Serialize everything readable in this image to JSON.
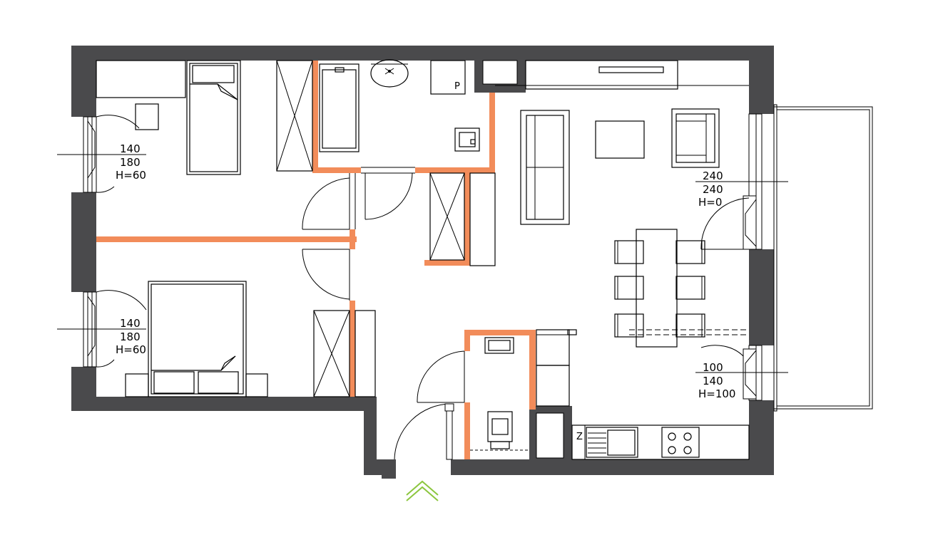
{
  "plan": {
    "windows": [
      {
        "id": "bedroom1-window",
        "width": "140",
        "height": "180",
        "sill": "H=60"
      },
      {
        "id": "bedroom2-window",
        "width": "140",
        "height": "180",
        "sill": "H=60"
      },
      {
        "id": "balcony-door",
        "width": "240",
        "height": "240",
        "sill": "H=0"
      },
      {
        "id": "living-window",
        "width": "100",
        "height": "140",
        "sill": "H=100"
      }
    ],
    "labels": {
      "boiler": "P",
      "fridge": "Z"
    },
    "colors": {
      "walls": "#4a4a4c",
      "new_partitions": "#f28c5a",
      "entrance_arrow": "#8cc63f"
    },
    "icons": {
      "entrance": "double-chevron-up-icon"
    }
  }
}
